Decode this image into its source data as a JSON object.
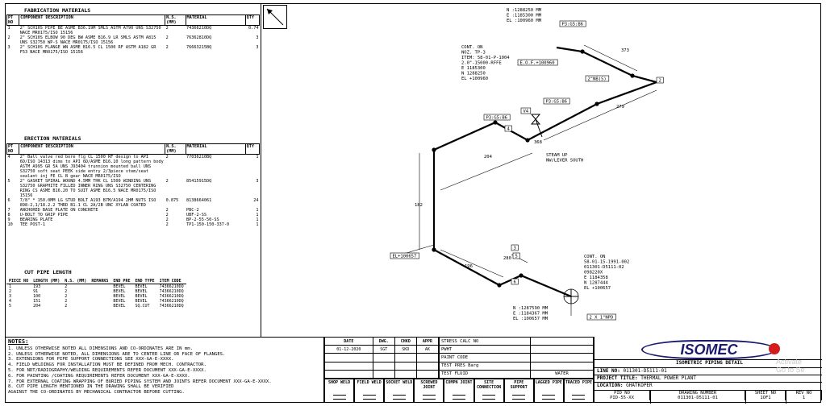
{
  "fabrication": {
    "title": "FABRICATION MATERIALS",
    "headers": {
      "pt": "PT NO",
      "desc": "COMPONENT DESCRIPTION",
      "ns": "N.S. (MM)",
      "mat": "MATERIAL",
      "qty": "QTY"
    },
    "rows": [
      {
        "pt": "1",
        "desc": "2\" SCH10S PIPE BE ASME B36.19M SMLS ASTM A790 UNS S32750 NACE MR0175/ISO 15156",
        "ns": "2",
        "mat": "74366210DQ",
        "qty": "0.74"
      },
      {
        "pt": "2",
        "desc": "2\" SCH10S ELBOW 90 DEG BW ASME B16.9 LR SMLS ASTM A815 UNS S32750 WP-S NACE MR0175/ISO 15156",
        "ns": "2",
        "mat": "76362810DQ",
        "qty": "3"
      },
      {
        "pt": "3",
        "desc": "2\" SCH10S FLANGE WN ASME B16.5 CL 1500 RF ASTM A182 GR F53 NACE MR0175/ISO 15156",
        "ns": "2",
        "mat": "76663215BQ",
        "qty": "3"
      }
    ]
  },
  "erection": {
    "title": "ERECTION MATERIALS",
    "headers": {
      "pt": "PT NO",
      "desc": "COMPONENT DESCRIPTION",
      "ns": "N.S. (MM)",
      "mat": "MATERIAL",
      "qty": "QTY"
    },
    "rows": [
      {
        "pt": "4",
        "desc": "2\" Ball valve red bore flg CL 1500 RF design to API 6D/ISO 14313 dims to API 6D/ASME B16.10 long pattern body ASTM A995 GR 5A UNS J93404 trunnion mounted ball UNS S32750 soft seat PEEK side entry 2/3piece stem/seat sealant inj FE CL B gear NACE MR0175/ISO",
        "ns": "2",
        "mat": "77036210BQ",
        "qty": "1"
      },
      {
        "pt": "5",
        "desc": "2\" GASKET SPIRAL WOUND 4.5MM THK CL 1500 WINDING UNS S32750 GRAPHITE FILLED INNER RING UNS S32750 CENTERING RING CS ASME B16.20 TO SUIT ASME B16.5 NACE MR0175/ISO 15156",
        "ns": "2",
        "mat": "85415915DQ",
        "qty": "3"
      },
      {
        "pt": "6",
        "desc": "7/8\" * 150.0MM LG STUD BOLT A193 B7M/A194 2HM NUTS ISO 898-2,1/18.2.2 THRD B1.1 CL 2A/2B UNC XYLAN COATED",
        "ns": "0.875",
        "mat": "8138664061",
        "qty": "24"
      },
      {
        "pt": "7",
        "desc": "ANCHORED BASE PLATE ON CONCRETE",
        "ns": "2",
        "mat": "PBC-2",
        "qty": "1"
      },
      {
        "pt": "8",
        "desc": "U-BOLT TO GRIP PIPE",
        "ns": "2",
        "mat": "UBF-2-SS",
        "qty": "1"
      },
      {
        "pt": "9",
        "desc": "BEARING PLATE",
        "ns": "2",
        "mat": "BP-2-55-50-SS",
        "qty": "1"
      },
      {
        "pt": "10",
        "desc": "TEE POST-1",
        "ns": "2",
        "mat": "TP1-150-150-337-0",
        "qty": "1"
      }
    ]
  },
  "cut": {
    "title": "CUT PIPE LENGTH",
    "headers": [
      "PIECE NO",
      "LENGTH (MM)",
      "N.S. (MM)",
      "REMARKS",
      "END PRE",
      "END TYPE",
      "ITEM CODE"
    ],
    "rows": [
      [
        "1",
        "193",
        "2",
        "",
        "BEVEL",
        "BEVEL",
        "74366210DQ"
      ],
      [
        "2",
        "91",
        "2",
        "",
        "BEVEL",
        "BEVEL",
        "74366210DQ"
      ],
      [
        "3",
        "100",
        "2",
        "",
        "BEVEL",
        "BEVEL",
        "74366210DQ"
      ],
      [
        "4",
        "151",
        "2",
        "",
        "BEVEL",
        "BEVEL",
        "74366210DQ"
      ],
      [
        "5",
        "204",
        "2",
        "",
        "BEVEL",
        "SQ.CUT",
        "74366210DQ"
      ]
    ]
  },
  "iso": {
    "coord_top": [
      "N  :1288250 MM",
      "E  :1185300 MM",
      "EL :100960 MM"
    ],
    "cont_top": [
      "CONT. ON",
      "NOZ. TP-3",
      "ITEM: 58-01-P-1004",
      "2.0\"-15000-RFFE",
      "E 1185300",
      "N 1288250",
      "EL +100960"
    ],
    "tags": [
      "P3:G5:B6",
      "P3:G5:B6",
      "P3:G5:B6",
      "E.O.F.+100960",
      "2\"NB(S)",
      "2",
      "V4",
      "4",
      "EL+100657",
      "3",
      "5",
      "6",
      "2 X 1\"NPD"
    ],
    "dims": [
      "373",
      "279",
      "204",
      "368",
      "182",
      "196",
      "280"
    ],
    "steam": [
      "STEAM UP",
      "NW/LEVER SOUTH"
    ],
    "cont_bot": [
      "CONT. ON",
      "58-01-15-1991-002",
      "011301-D5111-02",
      "098220X",
      "E 1184358",
      "N 1287444",
      "EL +100657"
    ],
    "coord_bot": [
      "N  :1287590 MM",
      "E  :1184367 MM",
      "EL :100657 MM"
    ]
  },
  "notes": {
    "title": "NOTES:",
    "items": [
      "1. UNLESS OTHERWISE NOTED ALL DIMENSIONS AND CO-ORDINATES ARE IN mm.",
      "2. UNLESS OTHERWISE NOTED, ALL DIMENSIONS ARE TO CENTER LINE OR FACE OF FLANGES.",
      "3. EXTENSIONS FOR PIPE SUPPORT CONNECTIONS SEE XXX-GA-E-XXXX.",
      "4. FIELD WELDINGS FOR INSTALLATION MUST BE DEFINED FROM MECH. CONTRACTOR.",
      "5. FOR NDT/RADIOGRAPHY/WELDING REQUIREMENTS REFER DOCUMENT XXX-GA-E-XXXX.",
      "6. FOR PAINTING /COATING REQUIREMENTS REFER DOCUMENT XXX-GA-E-XXXX.",
      "7. FOR EXTERNAL COATING WRAPPING OF BURIED PIPING SYSTEM AND JOINTS REFER DOCUMENT XXX-GA-E-XXXX.",
      "8. CUT PIPE LENGTH MENTIONED IN THE DRAWING SHALL BE VERIFIED",
      "   AGAINST THE CO-ORDINATES BY MECHANICAL CONTRACTOR BEFORE CUTTING."
    ]
  },
  "revision": {
    "headers": [
      "DATE",
      "DWG.",
      "CHKD",
      "APPR"
    ],
    "row": [
      "01-12-2020",
      "SGT",
      "SKD",
      "AK"
    ]
  },
  "stress": {
    "rows": [
      {
        "label": "STRESS CALC NO",
        "value": ""
      },
      {
        "label": "PWHT",
        "value": ""
      },
      {
        "label": "PAINT CODE",
        "value": ""
      },
      {
        "label": "TEST PRES Barg",
        "value": ""
      },
      {
        "label": "TEST FLUID",
        "value": "WATER"
      }
    ]
  },
  "symbols": [
    "SHOP WELD",
    "FIELD WELD",
    "SOCKET WELD",
    "SCREWED JOINT",
    "COMPN JOINT",
    "SITE CONNECTION",
    "PIPE SUPPORT",
    "LAGGED PIPE",
    "TRACED PIPE"
  ],
  "titleblock": {
    "logo": "ISOMEC",
    "title": "ISOMETRIC PIPING DETAIL",
    "line_label": "LINE NO:",
    "line_no": "011301-D5111-01",
    "project_label": "PROJECT TITLE:",
    "project": "THERMAL POWER PLANT",
    "location_label": "LOCATION:",
    "location": "GHATKOPER",
    "foot_headers": [
      "PID NO",
      "DRAWING NUMBER",
      "SHEET NO",
      "REV NO"
    ],
    "foot_values": [
      "PID-55-XX",
      "011301-D5111-01",
      "1OF1",
      "1"
    ]
  },
  "watermark": [
    "Activate",
    "Go to Se"
  ]
}
